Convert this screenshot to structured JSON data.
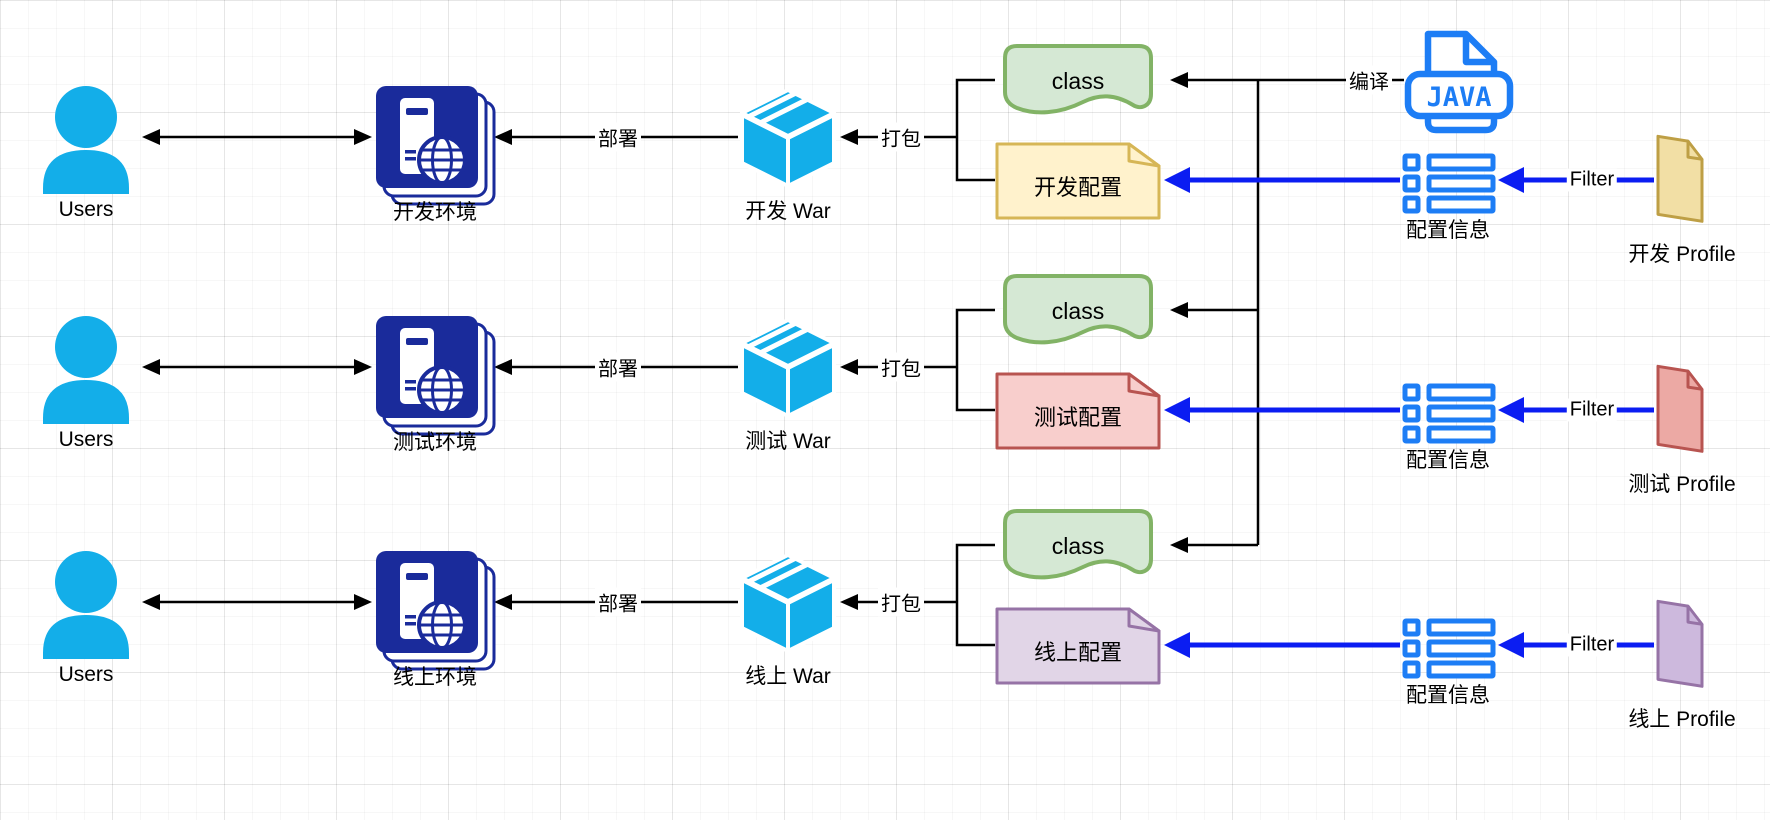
{
  "diagram": {
    "compile_label": "编译",
    "java_badge": "JAVA"
  },
  "rows": [
    {
      "users_label": "Users",
      "env_label": "开发环境",
      "deploy_label": "部署",
      "war_label": "开发 War",
      "package_label": "打包",
      "class_label": "class",
      "config_label": "开发配置",
      "config_fill": "#FFF2CC",
      "config_stroke": "#D6B656",
      "config_info_label": "配置信息",
      "filter_label": "Filter",
      "profile_label": "开发 Profile",
      "profile_fill": "#F2DFA5",
      "profile_stroke": "#BE9F45"
    },
    {
      "users_label": "Users",
      "env_label": "测试环境",
      "deploy_label": "部署",
      "war_label": "测试 War",
      "package_label": "打包",
      "class_label": "class",
      "config_label": "测试配置",
      "config_fill": "#F8CECC",
      "config_stroke": "#B85450",
      "config_info_label": "配置信息",
      "filter_label": "Filter",
      "profile_label": "测试 Profile",
      "profile_fill": "#ECA9A4",
      "profile_stroke": "#B85450"
    },
    {
      "users_label": "Users",
      "env_label": "线上环境",
      "deploy_label": "部署",
      "war_label": "线上 War",
      "package_label": "打包",
      "class_label": "class",
      "config_label": "线上配置",
      "config_fill": "#E1D5E7",
      "config_stroke": "#9673A6",
      "config_info_label": "配置信息",
      "filter_label": "Filter",
      "profile_label": "线上 Profile",
      "profile_fill": "#CDB9DD",
      "profile_stroke": "#9673A6"
    }
  ],
  "colors": {
    "ink": "#000000",
    "cyan": "#13AEE9",
    "navy": "#1A2B9B",
    "icon_blue": "#1D7DF5",
    "arrow_blue": "#0B1DF2",
    "class_fill": "#D5E8D4",
    "class_stroke": "#82B366"
  }
}
